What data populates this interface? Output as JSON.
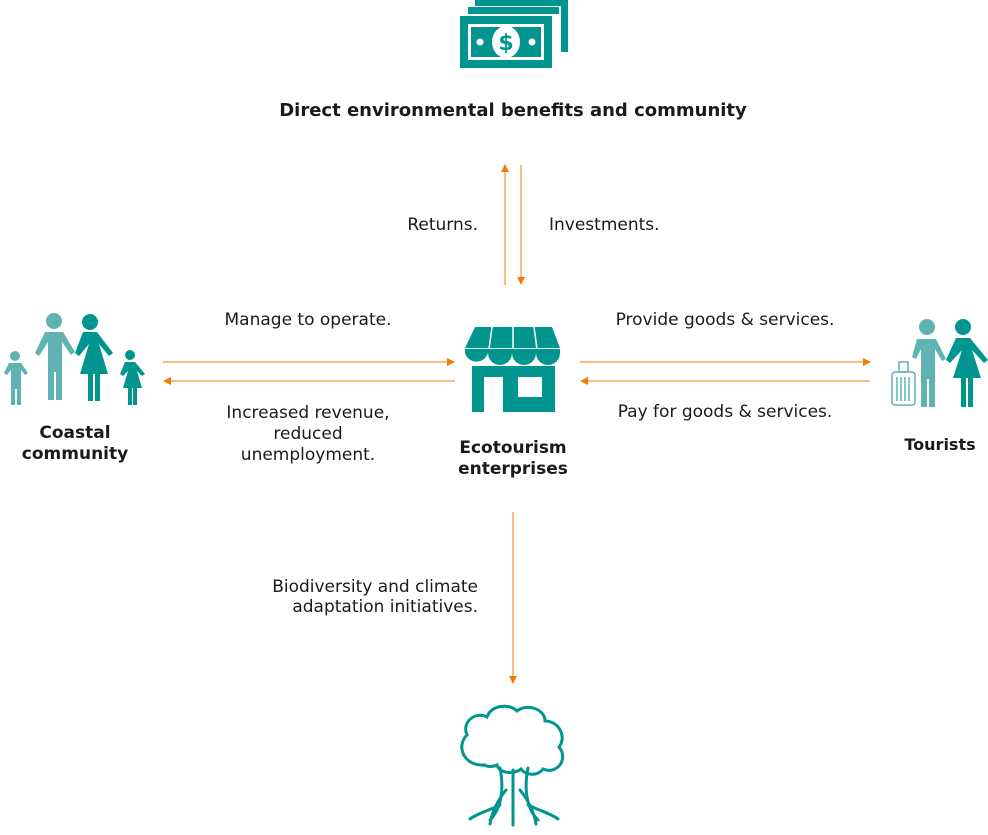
{
  "colors": {
    "teal": "#00968f",
    "teal_light": "#5fb3b3",
    "arrow": "#f07d00"
  },
  "nodes": {
    "top": {
      "title": "Direct environmental benefits and community",
      "icon": "money-icon"
    },
    "center": {
      "line1": "Ecotourism",
      "line2": "enterprises",
      "icon": "store-icon"
    },
    "left": {
      "line1": "Coastal",
      "line2": "community",
      "icon": "family-icon"
    },
    "right": {
      "label": "Tourists",
      "icon": "tourists-icon"
    },
    "bottom": {
      "icon": "tree-icon"
    }
  },
  "edges": {
    "returns": "Returns.",
    "investments": "Investments.",
    "manage": "Manage to operate.",
    "revenue": {
      "line1": "Increased revenue,",
      "line2": "reduced",
      "line3": "unemployment."
    },
    "provide": "Provide goods & services.",
    "pay": "Pay for goods & services.",
    "biodiversity": {
      "line1": "Biodiversity and climate",
      "line2": "adaptation initiatives."
    }
  }
}
